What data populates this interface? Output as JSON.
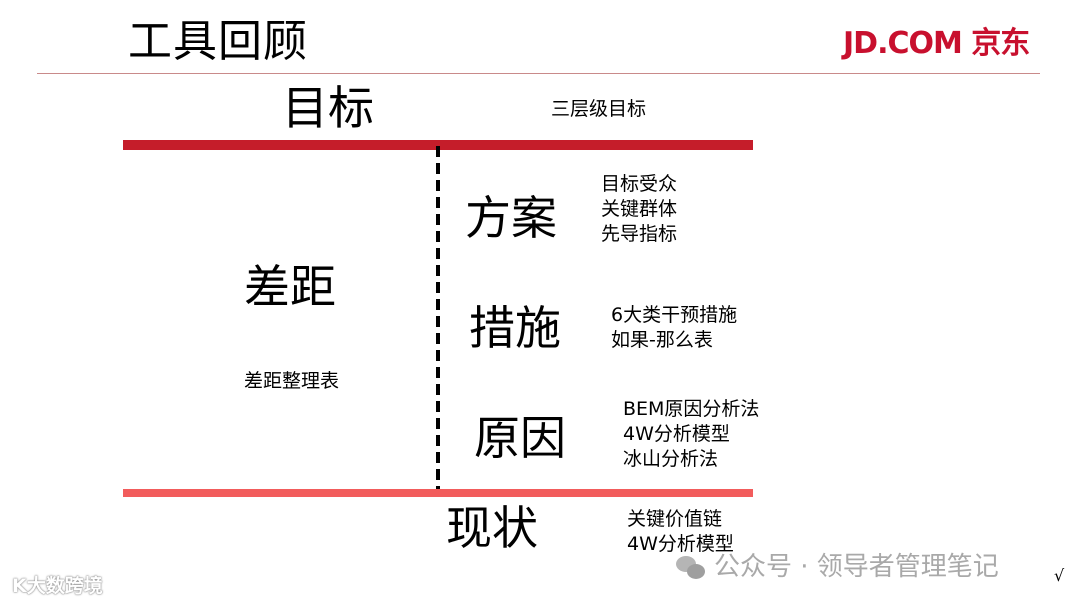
{
  "header": {
    "title": "工具回顾",
    "logo_text": "JD.COM 京东"
  },
  "colors": {
    "brand_red": "#c8102e",
    "top_bar": "#c51d2a",
    "bottom_bar": "#f25c5c",
    "divider": "#c98a8a",
    "watermark": "#a9a9a9"
  },
  "target": {
    "label": "目标",
    "note": "三层级目标"
  },
  "gap": {
    "label": "差距",
    "note": "差距整理表"
  },
  "layers": [
    {
      "label": "方案",
      "items": [
        "目标受众",
        "关键群体",
        "先导指标"
      ]
    },
    {
      "label": "措施",
      "items": [
        "6大类干预措施",
        "如果-那么表"
      ]
    },
    {
      "label": "原因",
      "items": [
        "BEM原因分析法",
        "4W分析模型",
        "冰山分析法"
      ]
    }
  ],
  "current": {
    "label": "现状",
    "items": [
      "关键价值链",
      "4W分析模型"
    ]
  },
  "watermarks": {
    "left": "K大数跨境",
    "right": "公众号 · 领导者管理笔记"
  },
  "check_mark": "√"
}
